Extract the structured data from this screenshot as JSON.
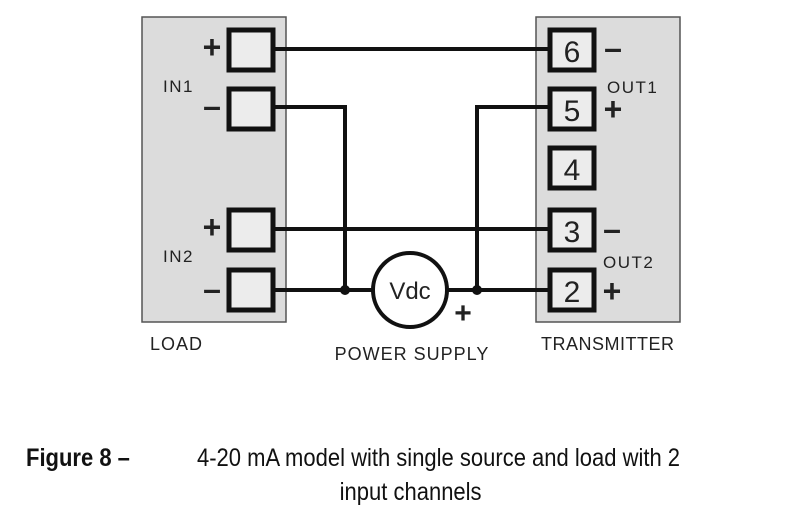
{
  "diagram": {
    "load": {
      "label": "LOAD",
      "channels": [
        {
          "name": "IN1",
          "plus": "+",
          "minus": "–"
        },
        {
          "name": "IN2",
          "plus": "+",
          "minus": "–"
        }
      ]
    },
    "transmitter": {
      "label": "TRANSMITTER",
      "terminals": [
        "6",
        "5",
        "4",
        "3",
        "2"
      ],
      "outputs": [
        {
          "name": "OUT1",
          "minus_terminal": "6",
          "plus_terminal": "5",
          "minus": "–",
          "plus": "+"
        },
        {
          "name": "OUT2",
          "minus_terminal": "3",
          "plus_terminal": "2",
          "minus": "–",
          "plus": "+"
        }
      ]
    },
    "power_supply": {
      "symbol": "Vdc",
      "label": "POWER SUPPLY",
      "polarity": "+"
    },
    "connections": [
      {
        "from": "IN1+",
        "to": "6"
      },
      {
        "from": "IN1-",
        "to": "PS-"
      },
      {
        "from": "5",
        "to": "PS+"
      },
      {
        "from": "IN2+",
        "to": "3"
      },
      {
        "from": "IN2-",
        "to": "PS-"
      },
      {
        "from": "PS+",
        "to": "2"
      }
    ]
  },
  "caption": {
    "label": "Figure 8 –",
    "text_line1": "4-20 mA model with single source and  load with 2",
    "text_line2": "input channels"
  }
}
